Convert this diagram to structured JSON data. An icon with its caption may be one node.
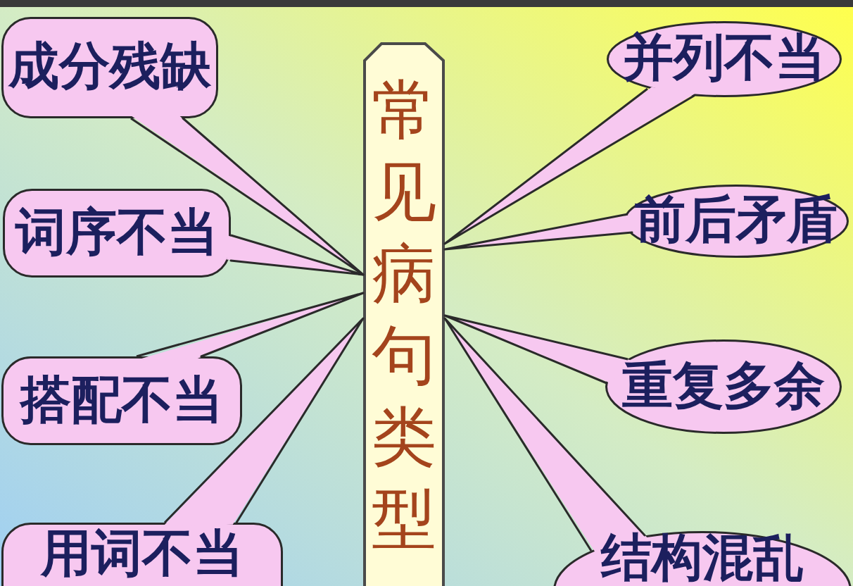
{
  "diagram": {
    "nodes": [
      {
        "text": [
          "常见病句类型"
        ]
      },
      {
        "text": [
          "成分残缺"
        ]
      },
      {
        "text": [
          "词序不当"
        ]
      },
      {
        "text": [
          "搭配不当"
        ]
      },
      {
        "text": [
          "用词不当"
        ]
      },
      {
        "text": [
          "并列不当"
        ]
      },
      {
        "text": [
          "前后矛盾"
        ]
      },
      {
        "text": [
          "重复多余"
        ]
      },
      {
        "text": [
          "结构混乱"
        ]
      }
    ],
    "edges": [
      {
        "from": 1,
        "to": 0,
        "arrow": "none"
      },
      {
        "from": 2,
        "to": 0,
        "arrow": "none"
      },
      {
        "from": 3,
        "to": 0,
        "arrow": "none"
      },
      {
        "from": 4,
        "to": 0,
        "arrow": "none"
      },
      {
        "from": 5,
        "to": 0,
        "arrow": "none"
      },
      {
        "from": 6,
        "to": 0,
        "arrow": "none"
      },
      {
        "from": 7,
        "to": 0,
        "arrow": "none"
      },
      {
        "from": 8,
        "to": 0,
        "arrow": "none"
      }
    ]
  }
}
